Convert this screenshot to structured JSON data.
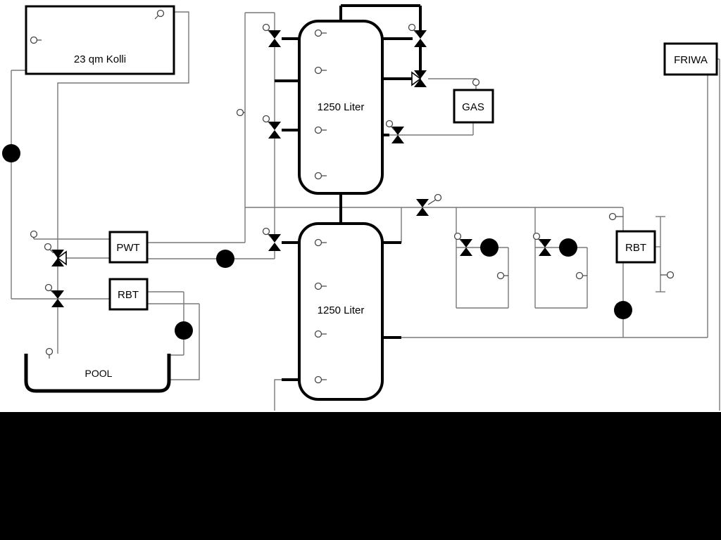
{
  "labels": {
    "collector": "23 qm Kolli",
    "tank_top": "1250 Liter",
    "tank_bottom": "1250 Liter",
    "gas": "GAS",
    "friwa": "FRIWA",
    "pwt": "PWT",
    "rbt_left": "RBT",
    "rbt_right": "RBT",
    "pool": "POOL"
  },
  "colors": {
    "background": "#ffffff",
    "pipe_thick": "#000000",
    "pipe_thin": "#787878",
    "bottom_mask": "#000000"
  },
  "icons": {
    "pumps": [
      "pump-up-collector-icon",
      "pump-left-pwt-icon",
      "pump-up-pool-icon",
      "pump-right-circuit1-icon",
      "pump-right-circuit2-icon",
      "pump-down-rbt-icon"
    ],
    "valves": [
      "valve-manifold-top-icon",
      "valve-manifold-mid-icon",
      "valve-manifold-bottom-icon",
      "valve-tank-top-right-icon",
      "valve-3way-gas-icon",
      "valve-gas-return-icon",
      "valve-3way-distribution-icon",
      "valve-circuit1-icon",
      "valve-circuit2-icon",
      "valve-3way-pwt-icon",
      "valve-3way-pool-icon"
    ],
    "sensor": "sensor-icon"
  }
}
